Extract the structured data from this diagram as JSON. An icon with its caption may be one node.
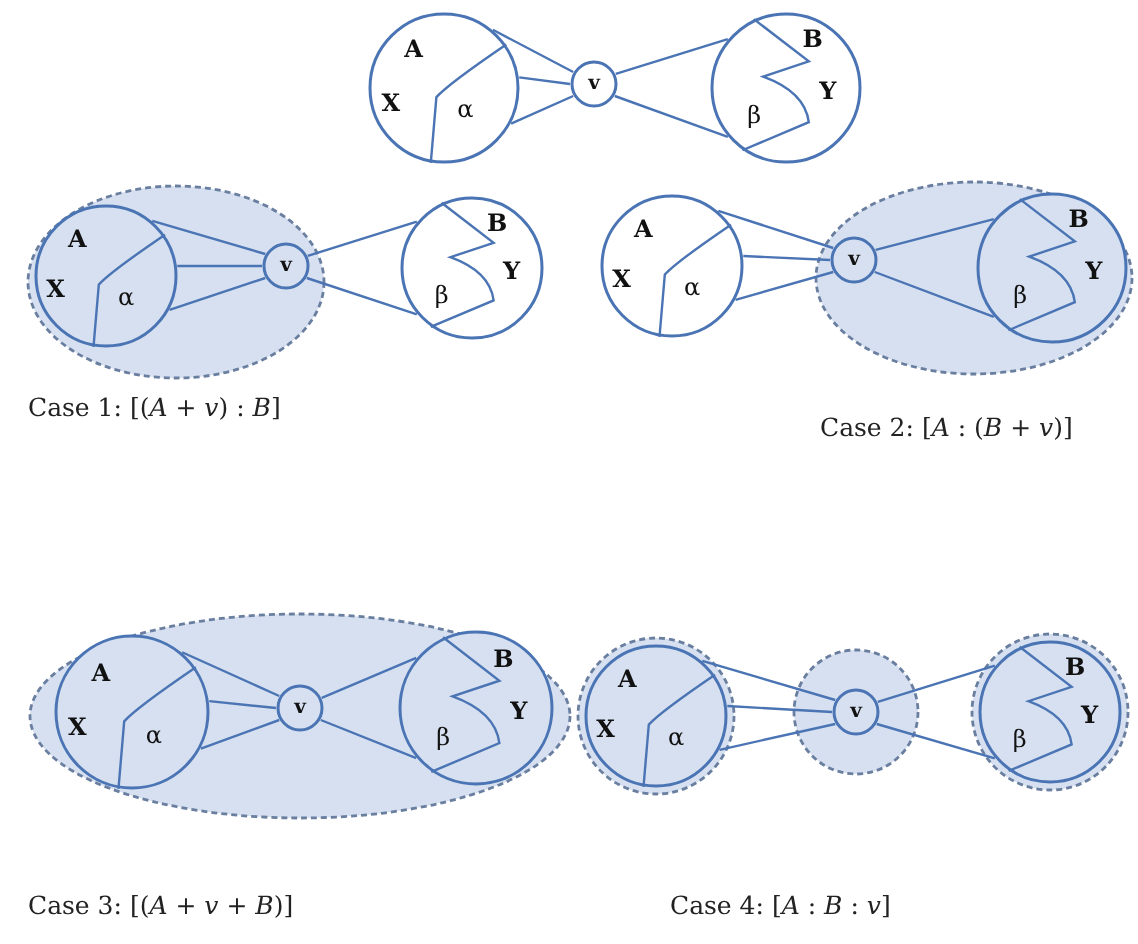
{
  "diagram": {
    "nodes": [
      {
        "text": [
          "A",
          "X",
          "α"
        ]
      },
      {
        "text": [
          "v"
        ]
      },
      {
        "text": [
          "B",
          "Y",
          "β"
        ]
      },
      {
        "text": [],
        "shape": "ellipse"
      },
      {
        "text": [
          "A",
          "X",
          "α"
        ],
        "in": 3
      },
      {
        "text": [
          "v"
        ],
        "in": 3
      },
      {
        "text": [
          "B",
          "Y",
          "β"
        ]
      },
      {
        "text": [
          "A",
          "X",
          "α"
        ]
      },
      {
        "text": [],
        "shape": "ellipse"
      },
      {
        "text": [
          "v"
        ],
        "in": 8
      },
      {
        "text": [
          "B",
          "Y",
          "β"
        ],
        "in": 8
      },
      {
        "text": [],
        "shape": "ellipse"
      },
      {
        "text": [
          "A",
          "X",
          "α"
        ],
        "in": 11
      },
      {
        "text": [
          "v"
        ],
        "in": 11
      },
      {
        "text": [
          "B",
          "Y",
          "β"
        ],
        "in": 11
      },
      {
        "text": [],
        "shape": "circle"
      },
      {
        "text": [
          "A",
          "X",
          "α"
        ],
        "in": 15
      },
      {
        "text": [],
        "shape": "circle"
      },
      {
        "text": [
          "v"
        ],
        "in": 17
      },
      {
        "text": [],
        "shape": "circle"
      },
      {
        "text": [
          "B",
          "Y",
          "β"
        ],
        "in": 19
      }
    ],
    "edges": [
      {
        "from": 0,
        "to": 1,
        "arrow": "none"
      },
      {
        "from": 0,
        "to": 1,
        "arrow": "none"
      },
      {
        "from": 0,
        "to": 1,
        "arrow": "none"
      },
      {
        "from": 1,
        "to": 2,
        "arrow": "none"
      },
      {
        "from": 1,
        "to": 2,
        "arrow": "none"
      },
      {
        "from": 4,
        "to": 5,
        "arrow": "none"
      },
      {
        "from": 4,
        "to": 5,
        "arrow": "none"
      },
      {
        "from": 4,
        "to": 5,
        "arrow": "none"
      },
      {
        "from": 5,
        "to": 6,
        "arrow": "none"
      },
      {
        "from": 5,
        "to": 6,
        "arrow": "none"
      },
      {
        "from": 7,
        "to": 9,
        "arrow": "none"
      },
      {
        "from": 7,
        "to": 9,
        "arrow": "none"
      },
      {
        "from": 7,
        "to": 9,
        "arrow": "none"
      },
      {
        "from": 9,
        "to": 10,
        "arrow": "none"
      },
      {
        "from": 9,
        "to": 10,
        "arrow": "none"
      },
      {
        "from": 12,
        "to": 13,
        "arrow": "none"
      },
      {
        "from": 12,
        "to": 13,
        "arrow": "none"
      },
      {
        "from": 12,
        "to": 13,
        "arrow": "none"
      },
      {
        "from": 13,
        "to": 14,
        "arrow": "none"
      },
      {
        "from": 13,
        "to": 14,
        "arrow": "none"
      },
      {
        "from": 16,
        "to": 18,
        "arrow": "none"
      },
      {
        "from": 16,
        "to": 18,
        "arrow": "none"
      },
      {
        "from": 16,
        "to": 18,
        "arrow": "none"
      },
      {
        "from": 18,
        "to": 20,
        "arrow": "none"
      },
      {
        "from": 18,
        "to": 20,
        "arrow": "none"
      }
    ],
    "labels": [
      "Case 1: [(*A* + *v*) : *B*]",
      "Case 2: [*A* : (*B* + *v*)]",
      "Case 3: [(*A* + *v* + *B*)]",
      "Case 4: [*A* : *B* : *v*]"
    ]
  }
}
